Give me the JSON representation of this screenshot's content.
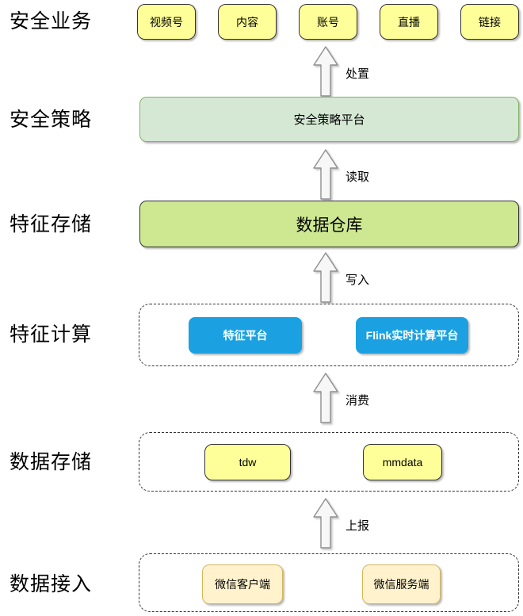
{
  "layers": [
    {
      "label": "安全业务"
    },
    {
      "label": "安全策略",
      "platform": "安全策略平台"
    },
    {
      "label": "特征存储",
      "warehouse": "数据仓库"
    },
    {
      "label": "特征计算",
      "boxes": [
        "特征平台",
        "Flink实时计算平台"
      ]
    },
    {
      "label": "数据存储",
      "boxes": [
        "tdw",
        "mmdata"
      ]
    },
    {
      "label": "数据接入",
      "boxes": [
        "微信客户端",
        "微信服务端"
      ]
    }
  ],
  "business_boxes": [
    "视频号",
    "内容",
    "账号",
    "直播",
    "链接"
  ],
  "arrows": [
    {
      "label": "处置"
    },
    {
      "label": "读取"
    },
    {
      "label": "写入"
    },
    {
      "label": "消费"
    },
    {
      "label": "上报"
    }
  ],
  "colors": {
    "business_yellow_fill": "#FFFF99",
    "policy_green_fill": "#D5E8D4",
    "policy_green_stroke": "#82B366",
    "warehouse_lime_fill": "#CDE890",
    "compute_blue_fill": "#1BA1E2",
    "access_cream_fill": "#FFF2CC",
    "access_cream_stroke": "#D6B656",
    "arrow_fill": "#F7F7F7",
    "arrow_stroke": "#8F8F8F"
  }
}
